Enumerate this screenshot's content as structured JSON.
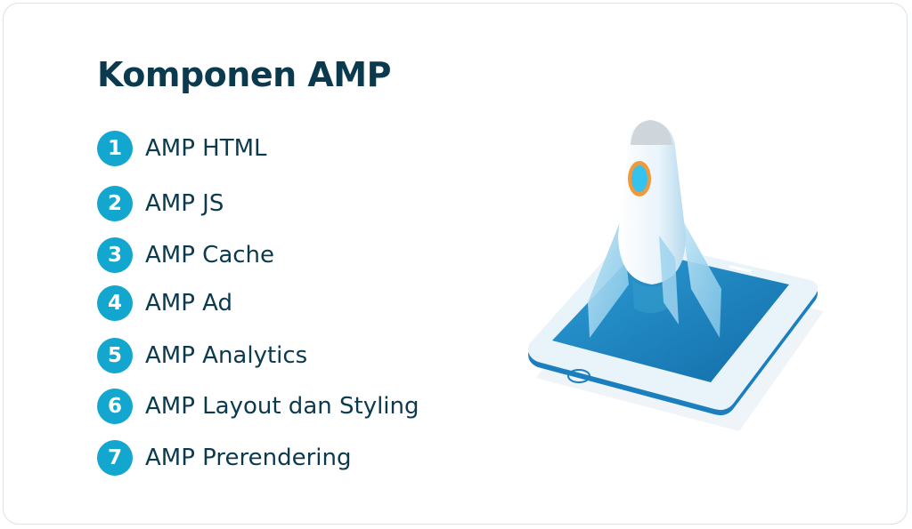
{
  "title": "Komponen AMP",
  "items": [
    {
      "number": "1",
      "label": "AMP HTML"
    },
    {
      "number": "2",
      "label": "AMP JS"
    },
    {
      "number": "3",
      "label": "AMP Cache"
    },
    {
      "number": "4",
      "label": "AMP Ad"
    },
    {
      "number": "5",
      "label": "AMP Analytics"
    },
    {
      "number": "6",
      "label": "AMP Layout dan Styling"
    },
    {
      "number": "7",
      "label": "AMP Prerendering"
    }
  ],
  "colors": {
    "title": "#0b3a4f",
    "badge": "#13a6cf",
    "phone_screen": "#1b86c2",
    "phone_body": "#e9f3fa"
  },
  "illustration": {
    "icon": "rocket-launching-from-smartphone"
  }
}
